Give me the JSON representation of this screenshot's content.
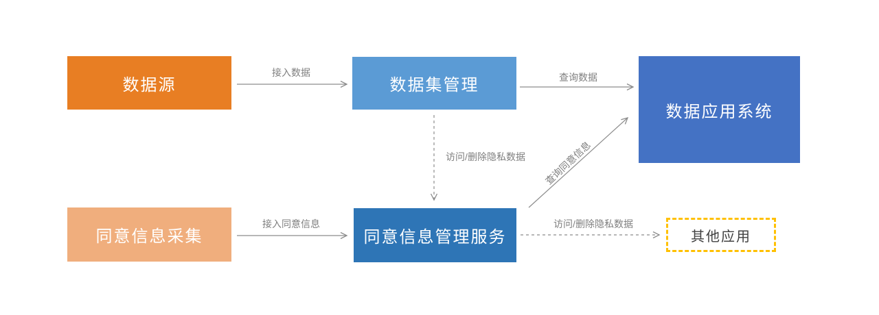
{
  "diagram": {
    "nodes": {
      "data_source": {
        "label": "数据源",
        "color": "#E87E23",
        "text_color": "#FFFFFF"
      },
      "dataset_mgmt": {
        "label": "数据集管理",
        "color": "#5B9BD5",
        "text_color": "#FFFFFF"
      },
      "data_app_system": {
        "label": "数据应用系统",
        "color": "#4472C4",
        "text_color": "#FFFFFF"
      },
      "consent_collection": {
        "label": "同意信息采集",
        "color": "#F0AE7D",
        "text_color": "#FFFFFF"
      },
      "consent_mgmt_service": {
        "label": "同意信息管理服务",
        "color": "#2E75B6",
        "text_color": "#FFFFFF"
      },
      "other_apps": {
        "label": "其他应用",
        "color": "#FFFFFF",
        "border_color": "#FFC000",
        "border_style": "dashed",
        "text_color": "#404040"
      }
    },
    "edges": {
      "access_data": {
        "label": "接入数据",
        "from": "data_source",
        "to": "dataset_mgmt",
        "style": "solid"
      },
      "query_data": {
        "label": "查询数据",
        "from": "dataset_mgmt",
        "to": "data_app_system",
        "style": "solid"
      },
      "access_delete_private_down": {
        "label": "访问/删除隐私数据",
        "from": "dataset_mgmt",
        "to": "consent_mgmt_service",
        "style": "dashed"
      },
      "query_consent": {
        "label": "查询同意信息",
        "from": "consent_mgmt_service",
        "to": "data_app_system",
        "style": "solid"
      },
      "access_consent": {
        "label": "接入同意信息",
        "from": "consent_collection",
        "to": "consent_mgmt_service",
        "style": "solid"
      },
      "access_delete_private_right": {
        "label": "访问/删除隐私数据",
        "from": "consent_mgmt_service",
        "to": "other_apps",
        "style": "dashed"
      }
    },
    "line_color": "#8C8C8C",
    "label_color": "#7F7F7F"
  }
}
